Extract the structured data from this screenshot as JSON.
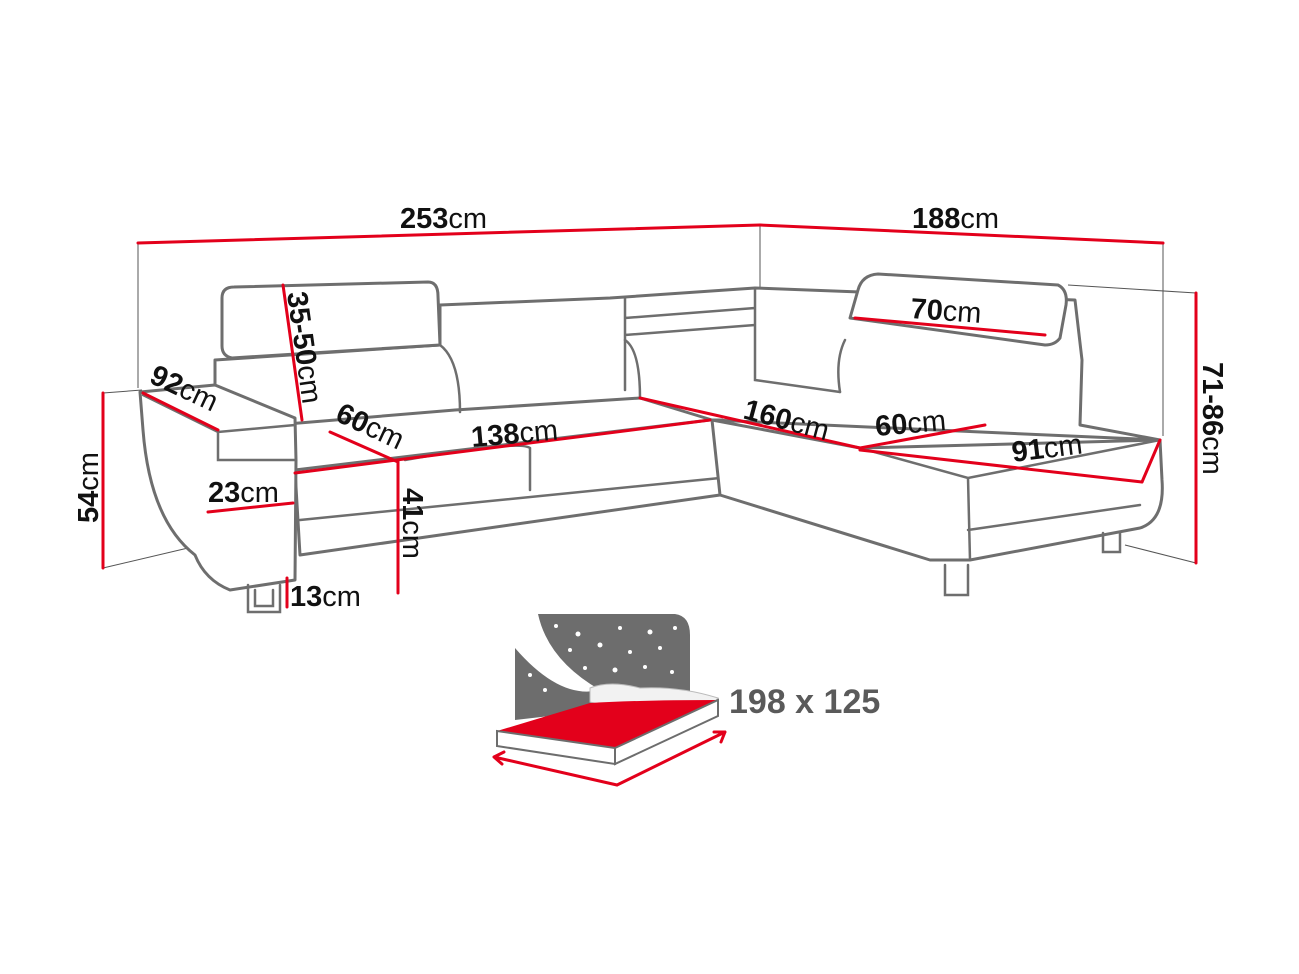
{
  "colors": {
    "dimension_line": "#e3001b",
    "outline": "#6e6e6e",
    "bed_sky": "#6d6d6d",
    "mattress": "#e3001b"
  },
  "dimensions": [
    {
      "id": "total_width",
      "value": "253",
      "unit": "cm"
    },
    {
      "id": "right_depth",
      "value": "188",
      "unit": "cm"
    },
    {
      "id": "headrest_width",
      "value": "70",
      "unit": "cm"
    },
    {
      "id": "headrest_height",
      "value": "35-50",
      "unit": "cm"
    },
    {
      "id": "total_height",
      "value": "71-86",
      "unit": "cm"
    },
    {
      "id": "left_depth",
      "value": "92",
      "unit": "cm"
    },
    {
      "id": "seat_depth",
      "value": "60",
      "unit": "cm"
    },
    {
      "id": "seat_width_left",
      "value": "138",
      "unit": "cm"
    },
    {
      "id": "chaise_length",
      "value": "160",
      "unit": "cm"
    },
    {
      "id": "chaise_seat_depth",
      "value": "60",
      "unit": "cm"
    },
    {
      "id": "chaise_width",
      "value": "91",
      "unit": "cm"
    },
    {
      "id": "arm_height",
      "value": "54",
      "unit": "cm"
    },
    {
      "id": "arm_width",
      "value": "23",
      "unit": "cm"
    },
    {
      "id": "seat_height",
      "value": "41",
      "unit": "cm"
    },
    {
      "id": "leg_height",
      "value": "13",
      "unit": "cm"
    }
  ],
  "sleeping_area": {
    "label": "198 x 125",
    "icon": "bed-with-night-sky-icon"
  }
}
